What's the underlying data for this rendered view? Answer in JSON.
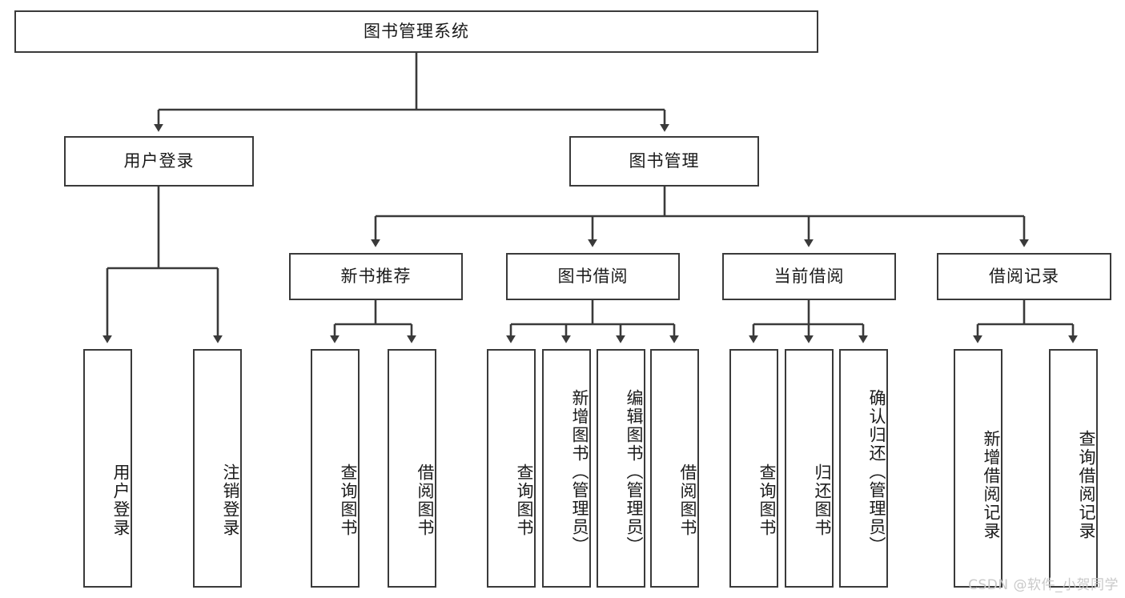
{
  "diagram": {
    "title": "图书管理系统",
    "type": "functional-structure-tree",
    "root": {
      "id": "root",
      "label": "图书管理系统"
    },
    "level2": [
      {
        "id": "user-login",
        "label": "用户登录"
      },
      {
        "id": "book-manage",
        "label": "图书管理"
      }
    ],
    "level3": [
      {
        "id": "new-book-recommend",
        "label": "新书推荐",
        "parent": "book-manage"
      },
      {
        "id": "book-borrow",
        "label": "图书借阅",
        "parent": "book-manage"
      },
      {
        "id": "current-borrow",
        "label": "当前借阅",
        "parent": "book-manage"
      },
      {
        "id": "borrow-record",
        "label": "借阅记录",
        "parent": "book-manage"
      }
    ],
    "leaves": [
      {
        "id": "leaf-user-login",
        "label": "用户登录",
        "parent": "user-login"
      },
      {
        "id": "leaf-logout",
        "label": "注销登录",
        "parent": "user-login"
      },
      {
        "id": "leaf-query-book-1",
        "label": "查询图书",
        "parent": "new-book-recommend"
      },
      {
        "id": "leaf-borrow-book-1",
        "label": "借阅图书",
        "parent": "new-book-recommend"
      },
      {
        "id": "leaf-query-book-2",
        "label": "查询图书",
        "parent": "book-borrow"
      },
      {
        "id": "leaf-add-book",
        "label": "新增图书（管理员）",
        "parent": "book-borrow"
      },
      {
        "id": "leaf-edit-book",
        "label": "编辑图书（管理员）",
        "parent": "book-borrow"
      },
      {
        "id": "leaf-borrow-book-2",
        "label": "借阅图书",
        "parent": "book-borrow"
      },
      {
        "id": "leaf-query-book-3",
        "label": "查询图书",
        "parent": "current-borrow"
      },
      {
        "id": "leaf-return-book",
        "label": "归还图书",
        "parent": "current-borrow"
      },
      {
        "id": "leaf-confirm-return",
        "label": "确认归还（管理员）",
        "parent": "current-borrow"
      },
      {
        "id": "leaf-add-record",
        "label": "新增借阅记录",
        "parent": "borrow-record"
      },
      {
        "id": "leaf-query-record",
        "label": "查询借阅记录",
        "parent": "borrow-record"
      }
    ]
  },
  "watermark": {
    "text": "CSDN @软件_小贺同学"
  },
  "colors": {
    "stroke": "#3a3a3a",
    "fill": "#ffffff",
    "text": "#1a1a1a",
    "watermark": "#c9c9c9"
  }
}
